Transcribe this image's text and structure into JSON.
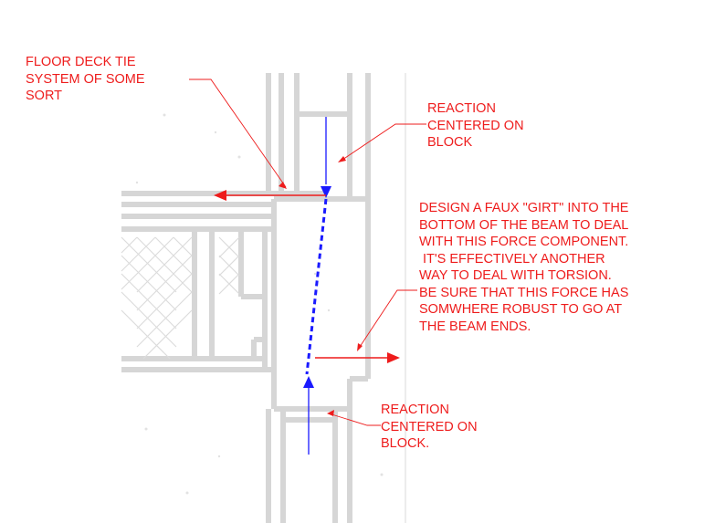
{
  "colors": {
    "annotation": "#ee1c1c",
    "force": "#1a1aff",
    "drawing": "#d6d6d6",
    "drawing_dark": "#c4c4c4"
  },
  "annotations": {
    "floor_deck": "FLOOR DECK TIE\nSYSTEM OF SOME\nSORT",
    "reaction_top": "REACTION\nCENTERED ON\nBLOCK",
    "girt_note": "DESIGN A FAUX \"GIRT\" INTO THE\nBOTTOM OF THE BEAM TO DEAL\nWITH THIS FORCE COMPONENT.\n IT'S EFFECTIVELY ANOTHER\nWAY TO DEAL WITH TORSION.\nBE SURE THAT THIS FORCE HAS\nSOMWHERE ROBUST TO GO AT\nTHE BEAM ENDS.",
    "reaction_bottom": "REACTION\nCENTERED ON\nBLOCK."
  }
}
